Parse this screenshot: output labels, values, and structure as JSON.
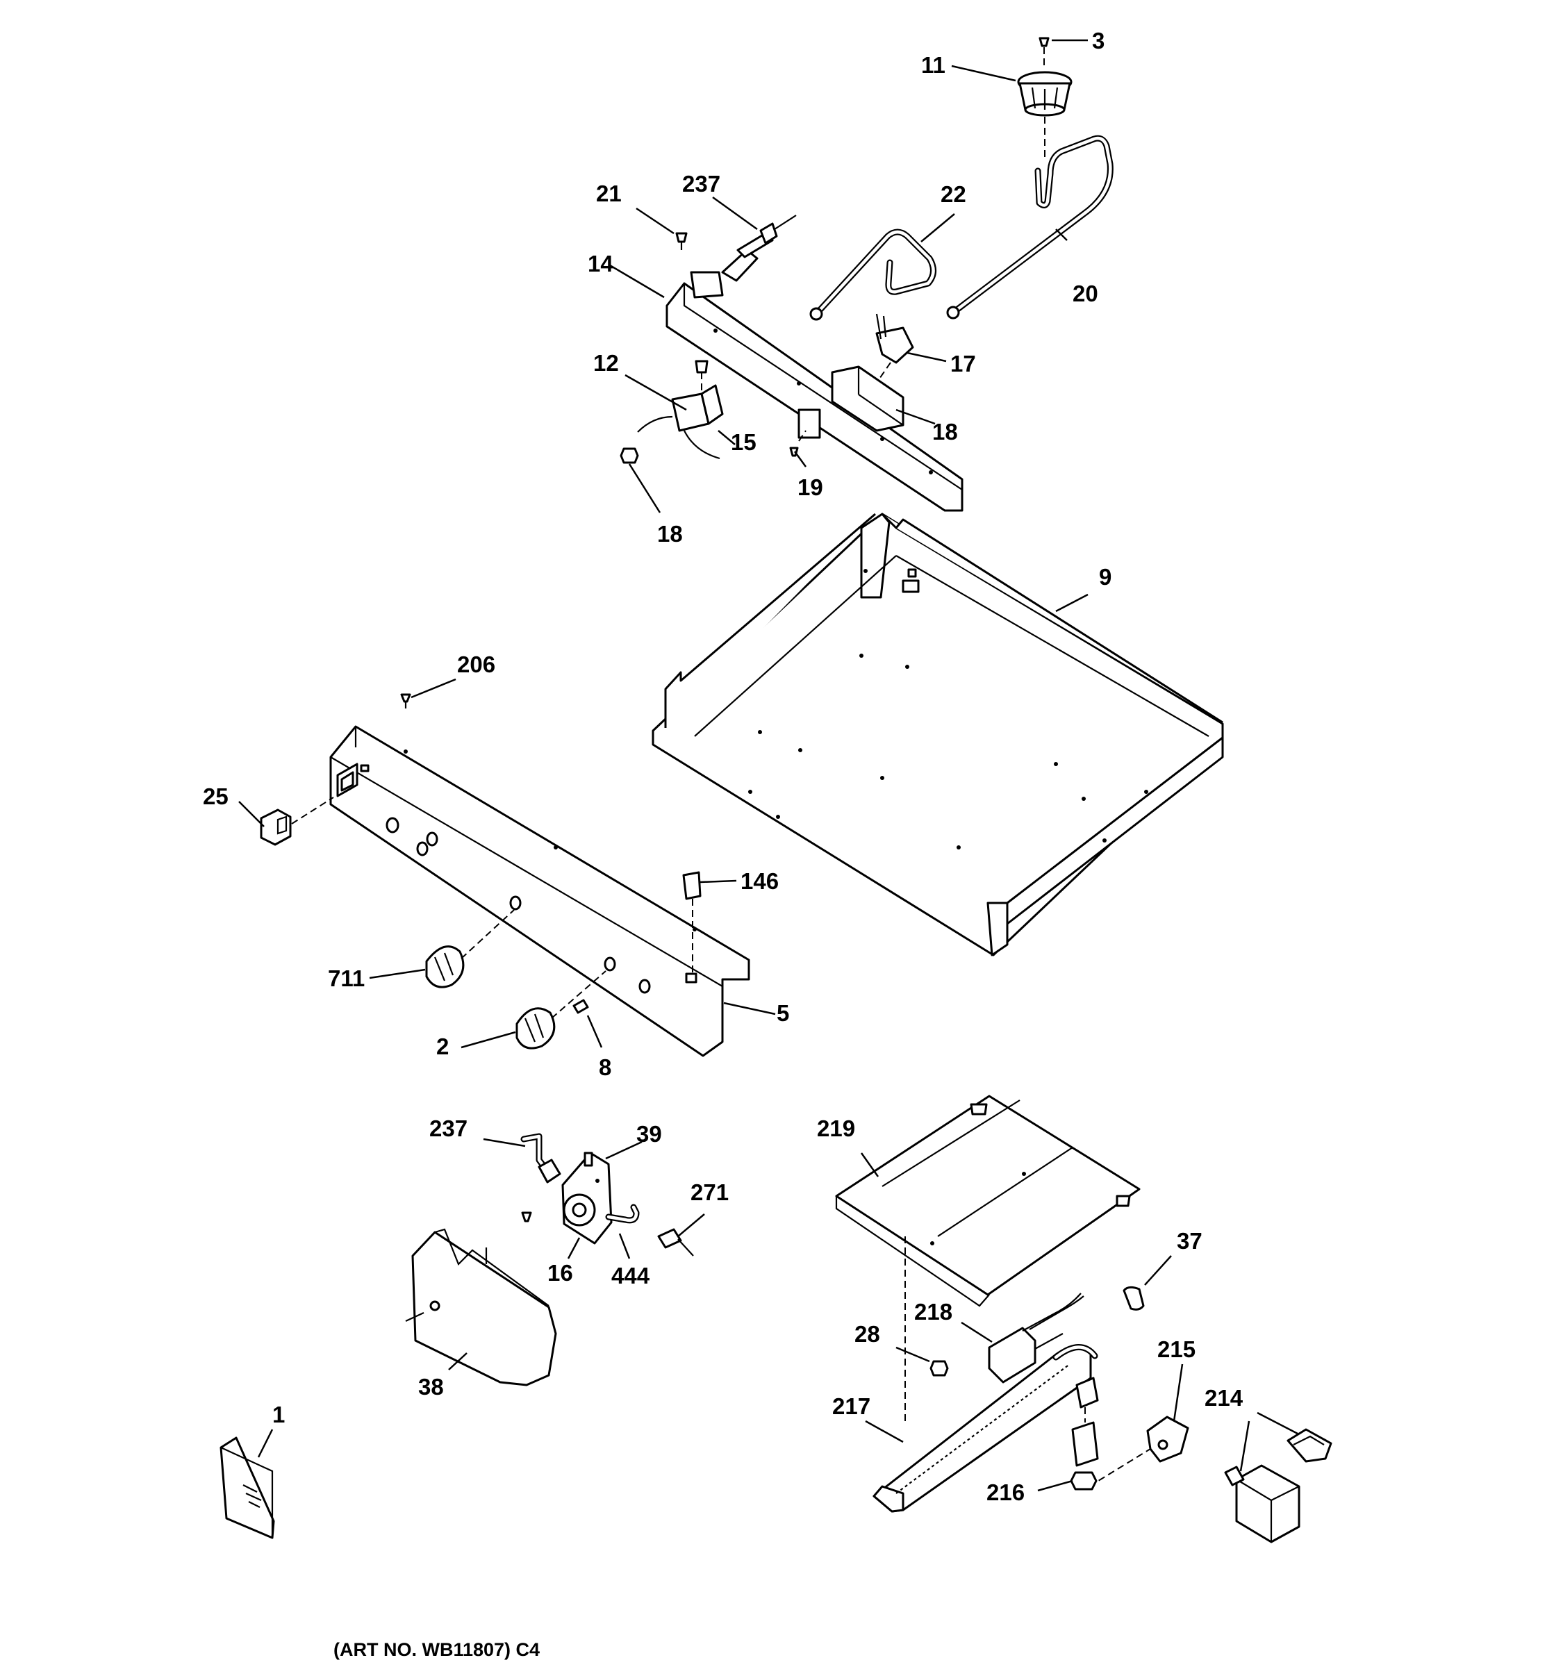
{
  "labels": {
    "p3": "3",
    "p11": "11",
    "p21": "21",
    "p237_top": "237",
    "p22": "22",
    "p14": "14",
    "p20": "20",
    "p17": "17",
    "p12": "12",
    "p15": "15",
    "p18_right": "18",
    "p19": "19",
    "p18_left": "18",
    "p9": "9",
    "p206": "206",
    "p25": "25",
    "p146": "146",
    "p711": "711",
    "p5": "5",
    "p2": "2",
    "p8": "8",
    "p237_bottom": "237",
    "p39": "39",
    "p219": "219",
    "p271": "271",
    "p16": "16",
    "p444": "444",
    "p37": "37",
    "p38": "38",
    "p28": "28",
    "p218": "218",
    "p215": "215",
    "p1": "1",
    "p217": "217",
    "p214": "214",
    "p216": "216"
  },
  "caption": "(ART NO. WB11807) C4"
}
